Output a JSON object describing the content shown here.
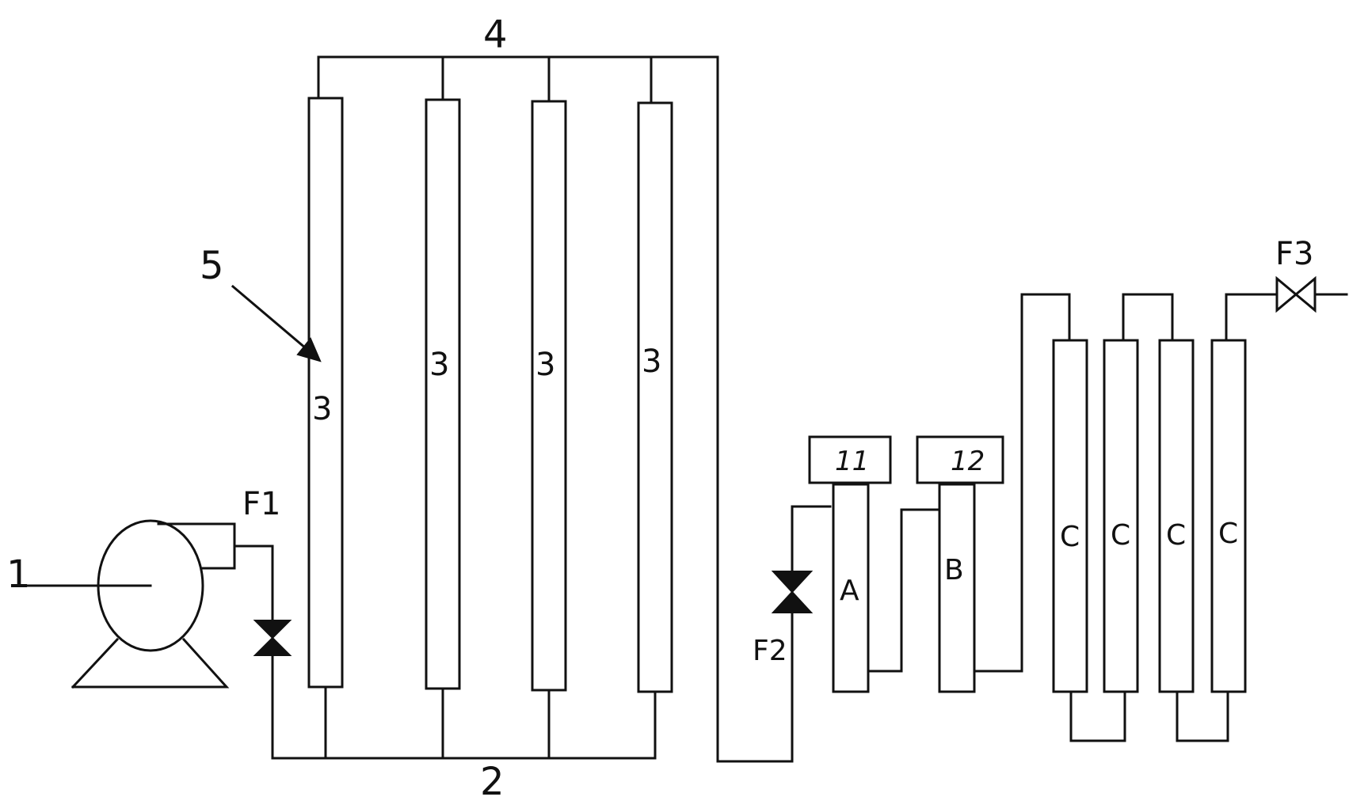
{
  "labels": {
    "pump": "1",
    "bottom_manifold": "2",
    "top_manifold": "4",
    "arrow_label": "5",
    "column": "3",
    "valve_1": "F1",
    "valve_2": "F2",
    "valve_3": "F3",
    "box_11": "11",
    "box_12": "12",
    "column_a": "A",
    "column_b": "B",
    "column_c": "C"
  }
}
